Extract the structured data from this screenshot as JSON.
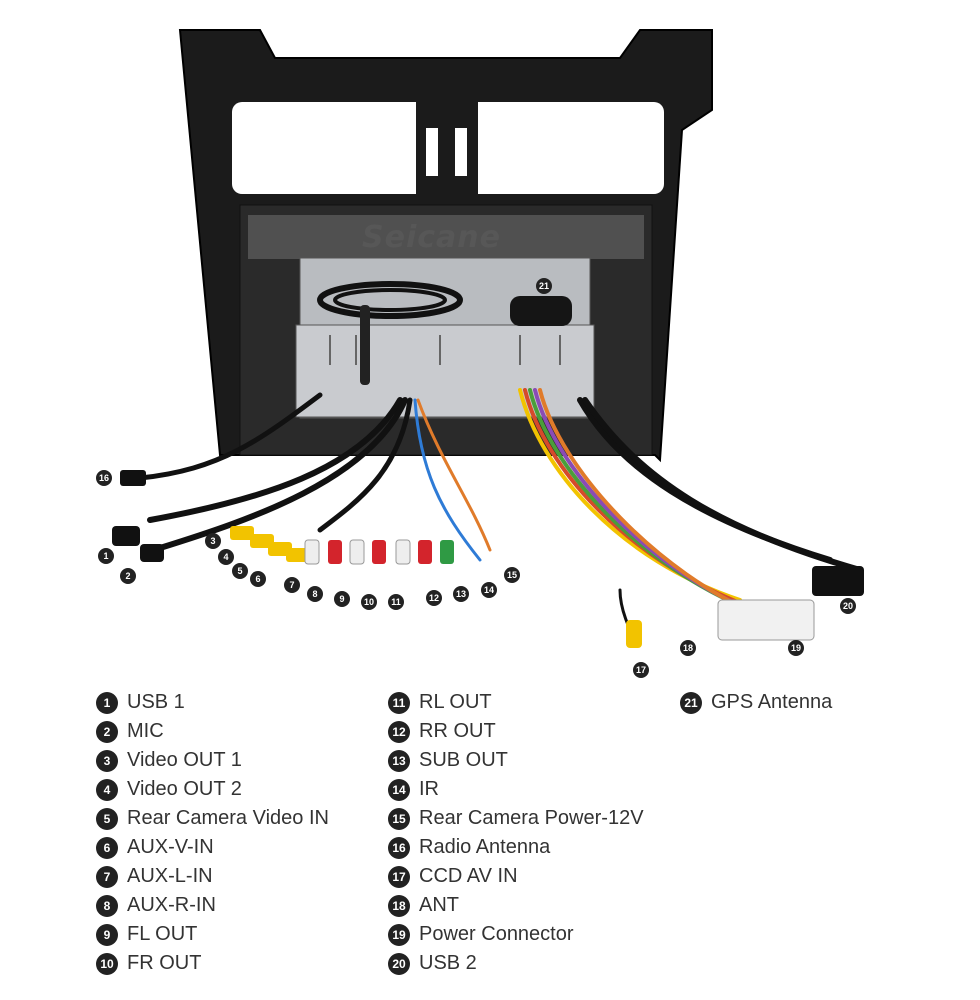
{
  "brand": "Seicane",
  "callouts": [
    "1",
    "2",
    "3",
    "4",
    "5",
    "6",
    "7",
    "8",
    "9",
    "10",
    "11",
    "12",
    "13",
    "14",
    "15",
    "16",
    "17",
    "18",
    "19",
    "20",
    "21"
  ],
  "legend": {
    "col1": [
      {
        "num": "1",
        "label": "USB 1"
      },
      {
        "num": "2",
        "label": "MIC"
      },
      {
        "num": "3",
        "label": "Video OUT 1"
      },
      {
        "num": "4",
        "label": "Video OUT 2"
      },
      {
        "num": "5",
        "label": "Rear Camera Video IN"
      },
      {
        "num": "6",
        "label": "AUX-V-IN"
      },
      {
        "num": "7",
        "label": "AUX-L-IN"
      },
      {
        "num": "8",
        "label": "AUX-R-IN"
      },
      {
        "num": "9",
        "label": "FL OUT"
      },
      {
        "num": "10",
        "label": "FR OUT"
      }
    ],
    "col2": [
      {
        "num": "11",
        "label": "RL OUT"
      },
      {
        "num": "12",
        "label": "RR OUT"
      },
      {
        "num": "13",
        "label": "SUB OUT"
      },
      {
        "num": "14",
        "label": "IR"
      },
      {
        "num": "15",
        "label": "Rear Camera Power-12V"
      },
      {
        "num": "16",
        "label": "Radio Antenna"
      },
      {
        "num": "17",
        "label": "CCD AV IN"
      },
      {
        "num": "18",
        "label": "ANT"
      },
      {
        "num": "19",
        "label": "Power Connector"
      },
      {
        "num": "20",
        "label": "USB 2"
      }
    ],
    "col3": [
      {
        "num": "21",
        "label": "GPS Antenna"
      }
    ]
  }
}
